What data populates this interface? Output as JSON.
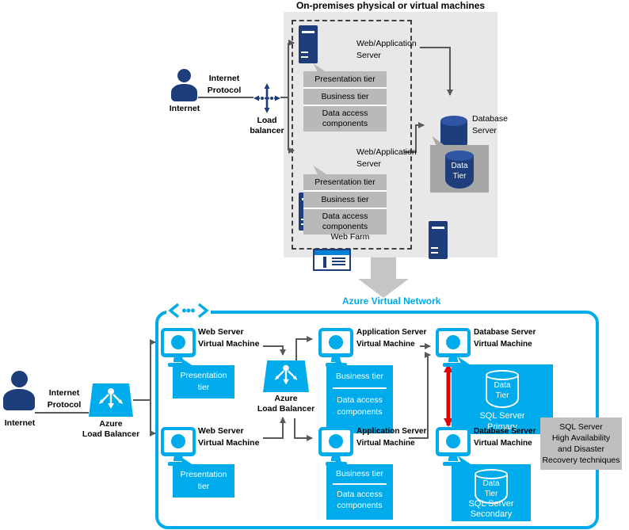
{
  "colors": {
    "navy": "#1e3d7b",
    "cyan": "#00abec",
    "red": "#e00000",
    "arrow_gray": "#595959",
    "panel_gray": "#e8e8e8",
    "tier_gray": "#b9b9b9",
    "dark_gray": "#a6a6a6",
    "callout_gray": "#bfbfbf"
  },
  "onprem": {
    "title": "On-premises physical or virtual machines",
    "internet": "Internet",
    "protocol_line1": "Internet",
    "protocol_line2": "Protocol",
    "lb_line1": "Load",
    "lb_line2": "balancer",
    "server1_line1": "Web/Application",
    "server1_line2": "Server",
    "server2_line1": "Web/Application",
    "server2_line2": "Server",
    "tier_presentation": "Presentation tier",
    "tier_business": "Business tier",
    "tier_data_line1": "Data access",
    "tier_data_line2": "components",
    "web_farm": "Web Farm",
    "db_line1": "Database",
    "db_line2": "Server",
    "data_tier_line1": "Data",
    "data_tier_line2": "Tier"
  },
  "azure": {
    "title": "Azure Virtual Network",
    "internet": "Internet",
    "protocol_line1": "Internet",
    "protocol_line2": "Protocol",
    "lb_line1": "Azure",
    "lb_line2": "Load Balancer",
    "web_vm_line1": "Web Server",
    "web_vm_line2": "Virtual Machine",
    "app_vm_line1": "Application Server",
    "app_vm_line2": "Virtual Machine",
    "db_vm_line1": "Database Server",
    "db_vm_line2": "Virtual Machine",
    "presentation_line1": "Presentation",
    "presentation_line2": "tier",
    "tier_business": "Business tier",
    "tier_data_line1": "Data access",
    "tier_data_line2": "components",
    "data_tier_line1": "Data",
    "data_tier_line2": "Tier",
    "sql_primary_line1": "SQL Server",
    "sql_primary_line2": "Primary",
    "sql_secondary_line1": "SQL Server",
    "sql_secondary_line2": "Secondary",
    "ha_lines": [
      "SQL Server",
      "High Availability",
      "and Disaster",
      "Recovery techniques"
    ]
  }
}
